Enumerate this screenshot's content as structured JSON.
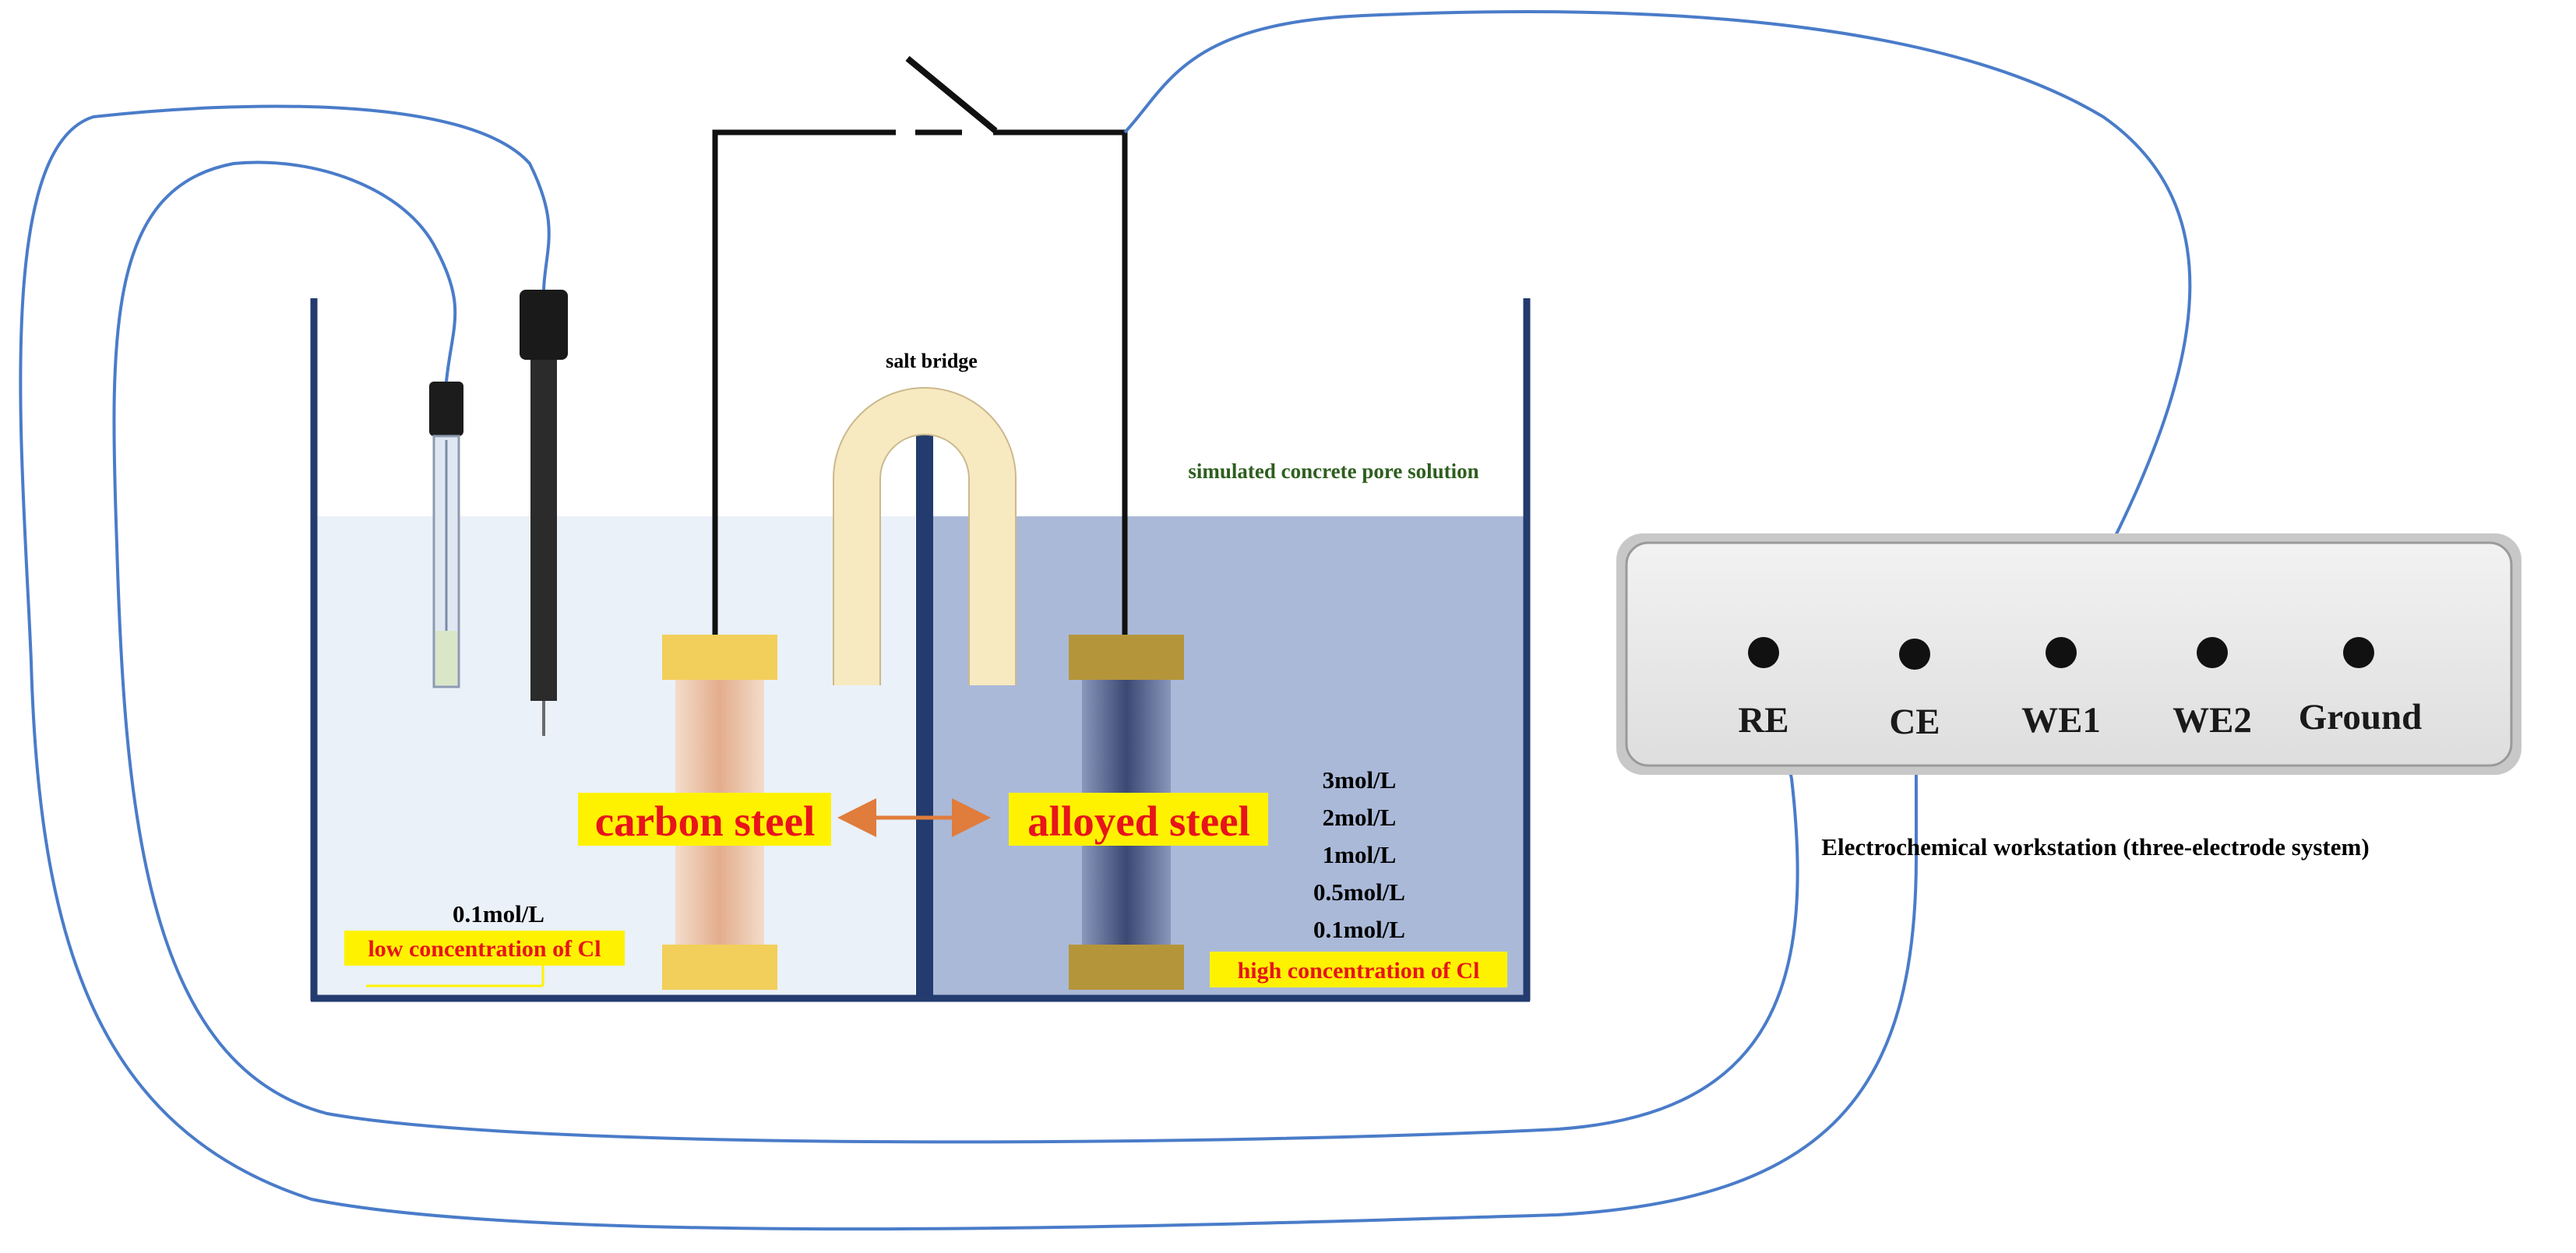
{
  "labels": {
    "salt_bridge": "salt bridge",
    "pore_solution": "simulated concrete pore solution",
    "carbon_steel": "carbon steel",
    "alloyed_steel": "alloyed steel",
    "low_conc_value": "0.1mol/L",
    "low_conc_label": "low concentration of Cl",
    "high_conc_label": "high concentration of Cl",
    "workstation": "Electrochemical workstation (three-electrode system)"
  },
  "high_concentrations": [
    "3mol/L",
    "2mol/L",
    "1mol/L",
    "0.5mol/L",
    "0.1mol/L"
  ],
  "ports": [
    "RE",
    "CE",
    "WE1",
    "WE2",
    "Ground"
  ],
  "colors": {
    "wire_blue": "#4a7cc9",
    "left_solution": "#eaf1f9",
    "right_solution": "#aab9d8",
    "tank_border": "#233b6e",
    "label_highlight": "#fff200",
    "label_red": "#e8141b",
    "arrow": "#e07c3c",
    "carbon_rod": "#e7b89a",
    "carbon_cap": "#f2cf5b",
    "alloy_rod": "#5a6a95",
    "alloy_cap": "#b5953a"
  }
}
